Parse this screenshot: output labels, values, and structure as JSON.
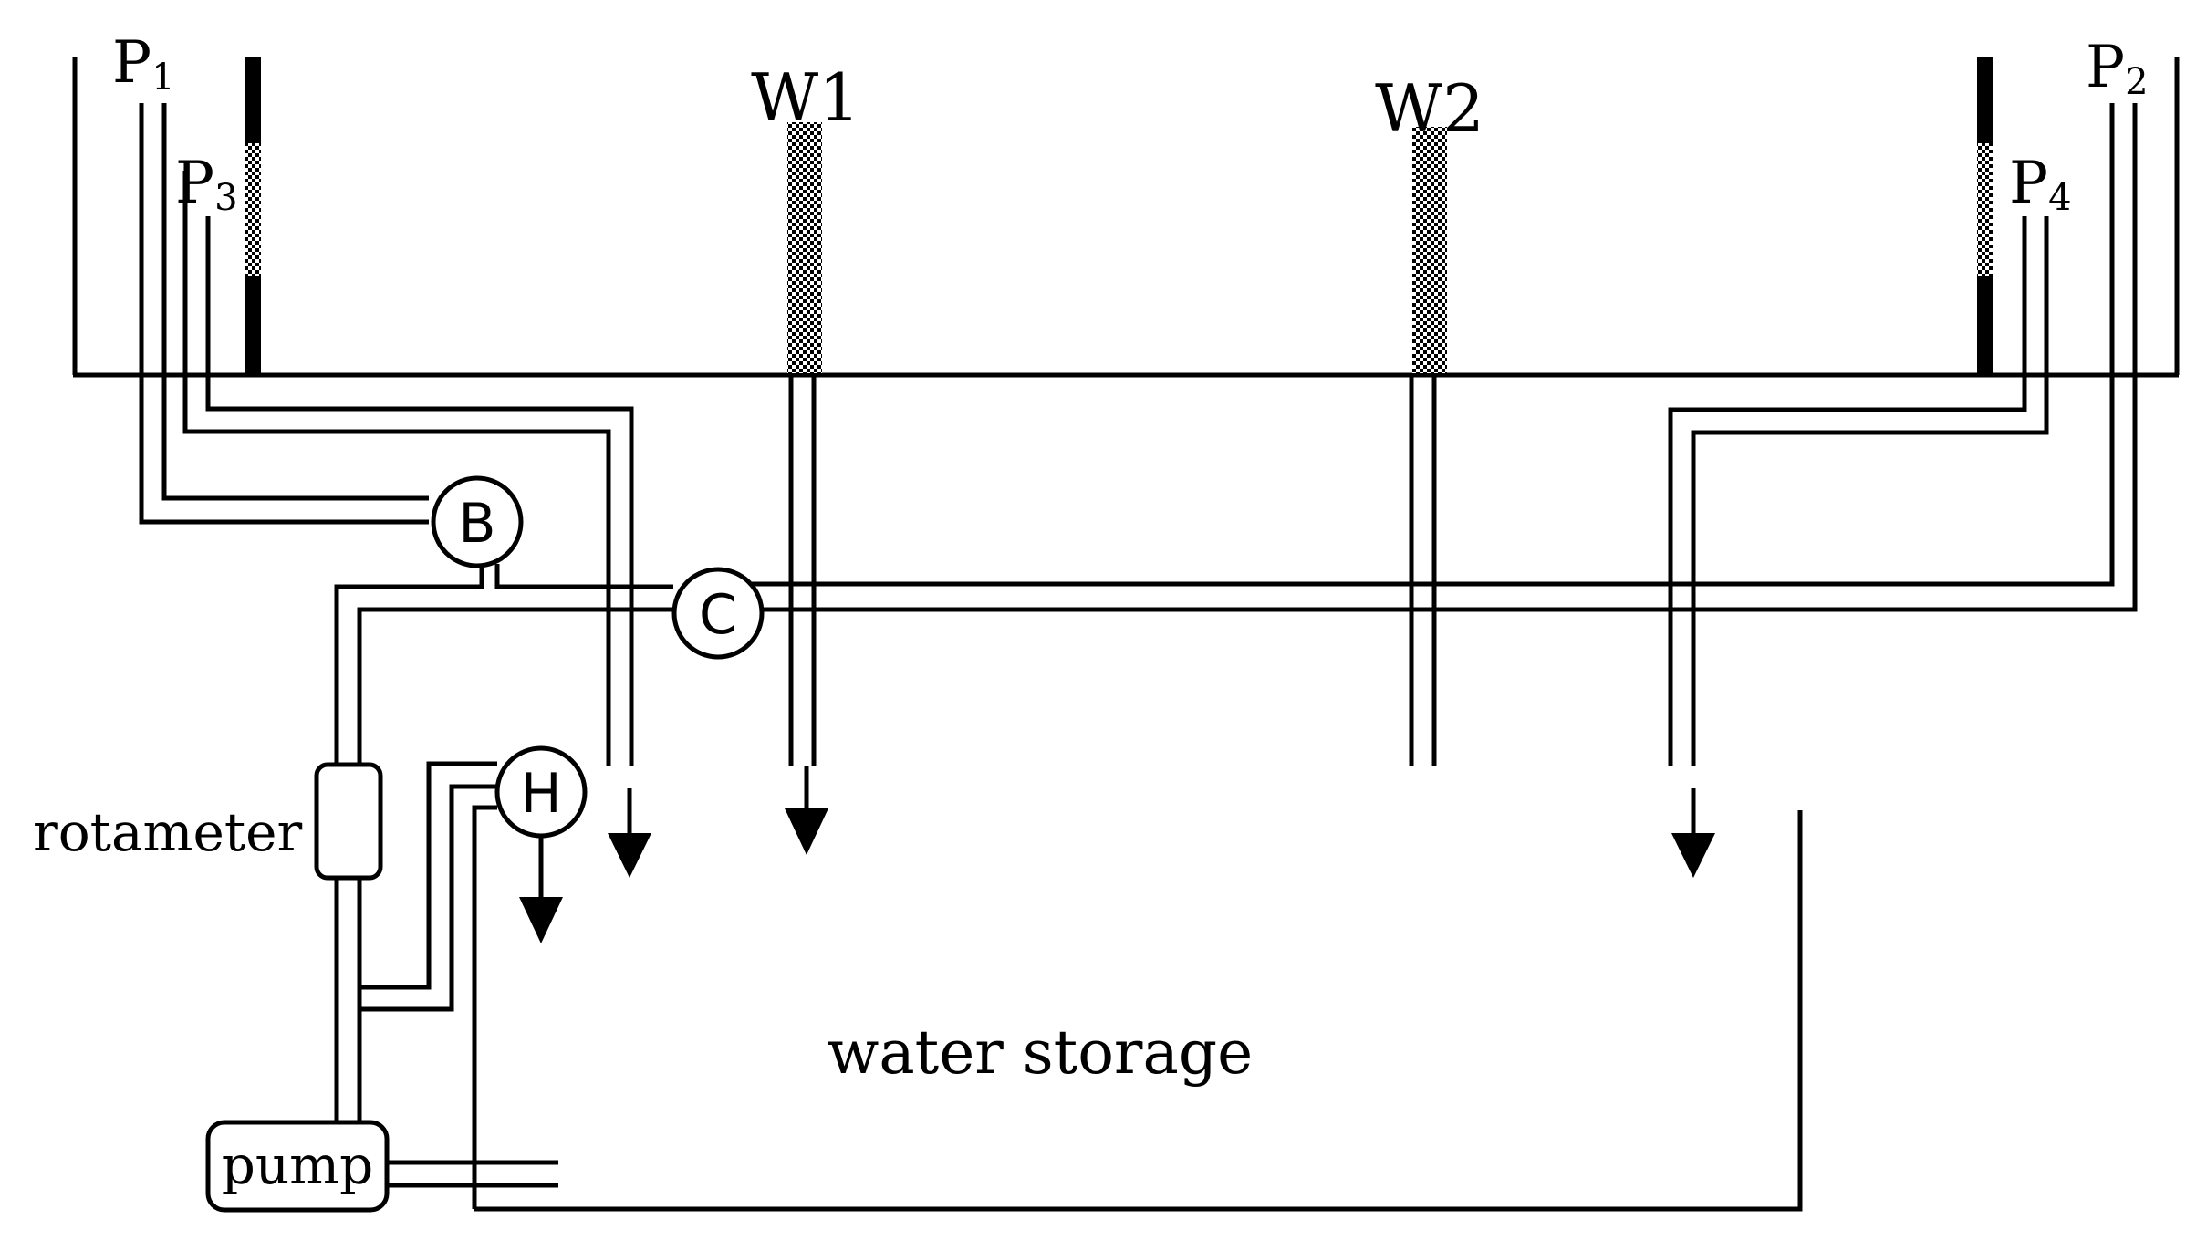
{
  "labels": {
    "p1": {
      "main": "P",
      "sub": "1"
    },
    "p2": {
      "main": "P",
      "sub": "2"
    },
    "p3": {
      "main": "P",
      "sub": "3"
    },
    "p4": {
      "main": "P",
      "sub": "4"
    },
    "w1": "W1",
    "w2": "W2",
    "rotameter": "rotameter",
    "water_storage": "water storage",
    "pump": "pump"
  },
  "devices": {
    "b": "B",
    "c": "C",
    "h": "H"
  },
  "colors": {
    "line": "#000000",
    "background": "#ffffff"
  }
}
